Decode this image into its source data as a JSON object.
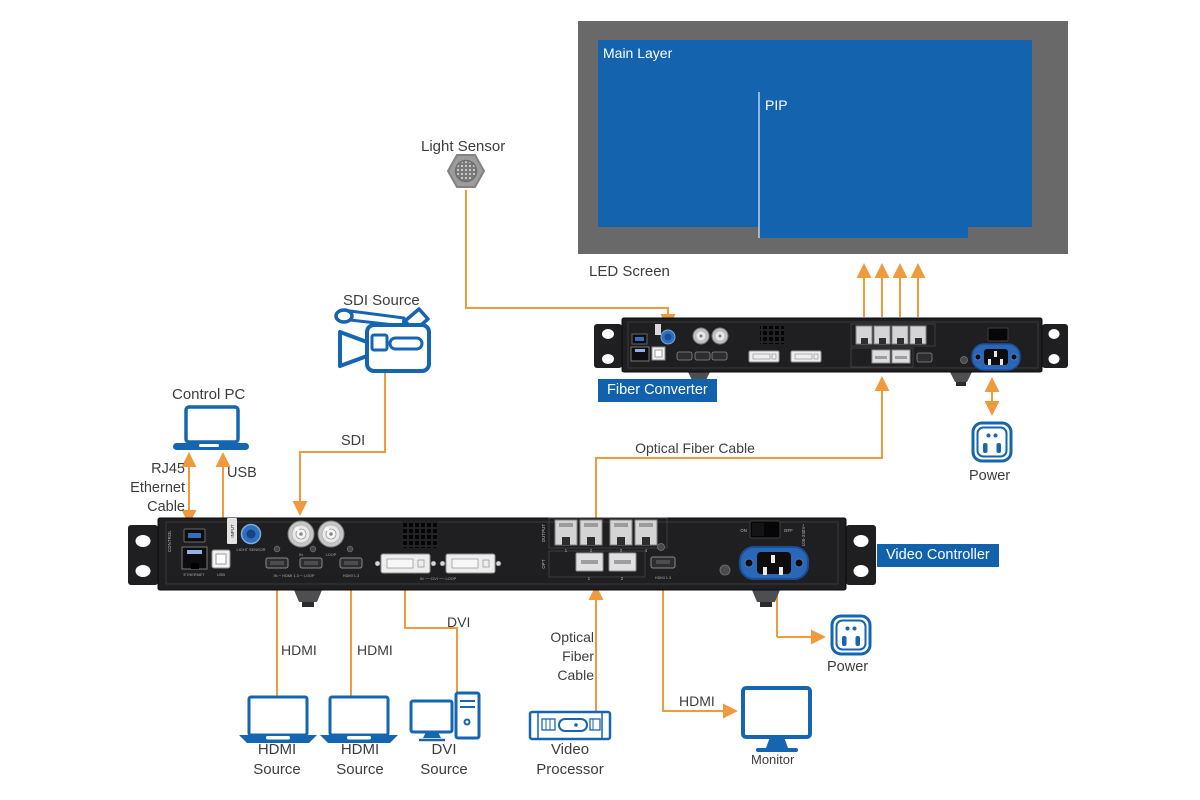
{
  "colors": {
    "accent_blue": "#1565B0",
    "label_box_blue": "#1161AD",
    "cable_orange": "#F09A3E",
    "led_frame_gray": "#696969",
    "led_panel_blue": "#1463AE",
    "device_body_black": "#1F1F21",
    "caption_text": "#3D3D3D"
  },
  "led_screen": {
    "caption": "LED Screen",
    "main_layer": "Main Layer",
    "pip": "PIP"
  },
  "devices": {
    "fiber_converter": {
      "name": "Fiber Converter"
    },
    "video_controller": {
      "name": "Video Controller",
      "ports": {
        "control": "CONTROL",
        "ethernet": "ETHERNET",
        "usb": "USB",
        "input": "INPUT",
        "light_sensor": "LIGHT SENSOR",
        "sdi_in": "IN",
        "sdi_loop": "LOOP",
        "hdmi_pair": "IN ─ HDMI 1.3 ─ LOOP",
        "hdmi_single": "HDMI 1.3",
        "dvi_pair": "IN ── DVI ── LOOP",
        "output": "OUTPUT",
        "rj45_numbers": [
          "1",
          "2",
          "3",
          "4"
        ],
        "opt": "OPT",
        "opt_numbers": [
          "1",
          "2"
        ],
        "hdmi_out": "HDMI 1.3",
        "power_on": "ON",
        "power_off": "OFF",
        "voltage": "100-240V~"
      }
    }
  },
  "endpoints": {
    "light_sensor": "Light Sensor",
    "sdi_source": "SDI Source",
    "control_pc": "Control PC",
    "hdmi_source_1": "HDMI\nSource",
    "hdmi_source_2": "HDMI\nSource",
    "dvi_source": "DVI\nSource",
    "video_processor": "Video\nProcessor",
    "monitor": "Monitor",
    "power_fiber": "Power",
    "power_controller": "Power"
  },
  "cables": {
    "rj45": "RJ45\nEthernet\nCable",
    "usb": "USB",
    "sdi": "SDI",
    "optical_top": "Optical Fiber Cable",
    "optical_bottom": "Optical\nFiber\nCable",
    "hdmi_1": "HDMI",
    "hdmi_2": "HDMI",
    "dvi": "DVI",
    "hdmi_monitor": "HDMI"
  }
}
